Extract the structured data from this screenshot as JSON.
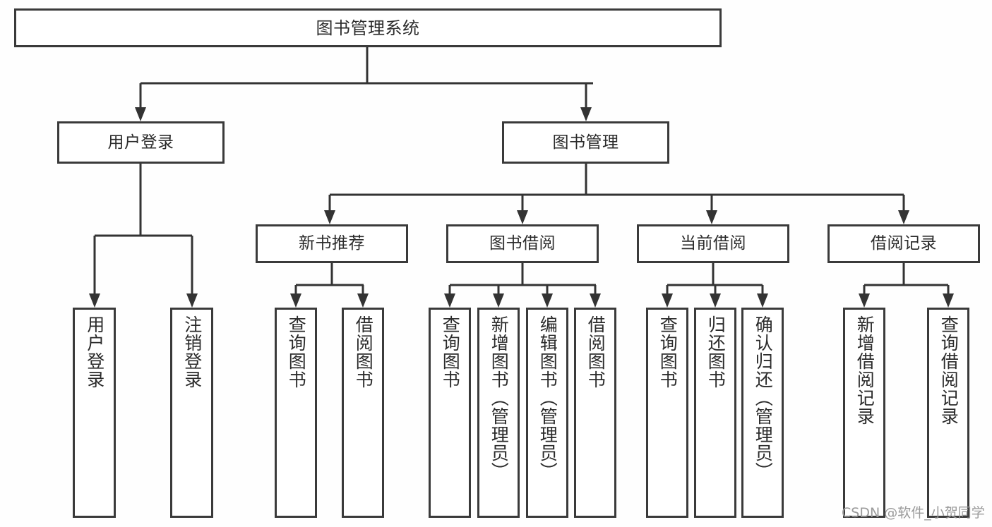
{
  "diagram": {
    "title": "图书管理系统",
    "type": "tree-hierarchy-diagram",
    "colors": {
      "background": "#fefefe",
      "box_border": "#3a3a3a",
      "box_fill": "#ffffff",
      "connector": "#333333",
      "text": "#2b2b2b",
      "watermark": "#9a9a9a"
    },
    "root": {
      "label": "图书管理系统"
    },
    "level2": [
      {
        "label": "用户登录"
      },
      {
        "label": "图书管理"
      }
    ],
    "level3": [
      {
        "label": "新书推荐"
      },
      {
        "label": "图书借阅"
      },
      {
        "label": "当前借阅"
      },
      {
        "label": "借阅记录"
      }
    ],
    "leaves": {
      "user_login": [
        {
          "label": "用户登录"
        },
        {
          "label": "注销登录"
        }
      ],
      "new_book_recommend": [
        {
          "label": "查询图书"
        },
        {
          "label": "借阅图书"
        }
      ],
      "book_borrow": [
        {
          "label": "查询图书"
        },
        {
          "label": "新增图书（管理员）"
        },
        {
          "label": "编辑图书（管理员）"
        },
        {
          "label": "借阅图书"
        }
      ],
      "current_borrow": [
        {
          "label": "查询图书"
        },
        {
          "label": "归还图书"
        },
        {
          "label": "确认归还（管理员）"
        }
      ],
      "borrow_record": [
        {
          "label": "新增借阅记录"
        },
        {
          "label": "查询借阅记录"
        }
      ]
    }
  },
  "watermark": {
    "text": "CSDN @软件_小贺同学"
  }
}
